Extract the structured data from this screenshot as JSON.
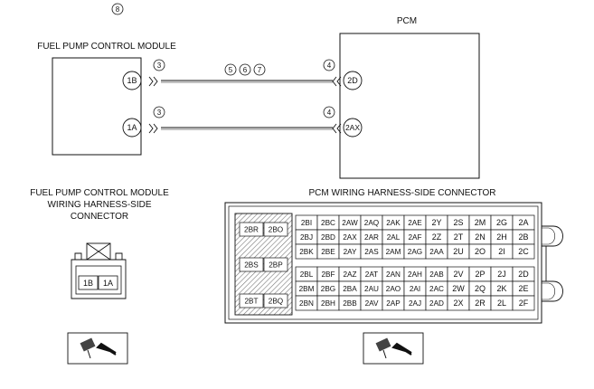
{
  "fpcm": {
    "ref_number": "8",
    "title": "FUEL PUMP CONTROL MODULE",
    "pins": [
      "1B",
      "1A"
    ]
  },
  "pcm": {
    "title": "PCM",
    "pins": [
      "2D",
      "2AX"
    ]
  },
  "wires": {
    "fpcm_side_ref": "3",
    "pcm_side_ref": "4",
    "mid_refs": [
      "5",
      "6",
      "7"
    ]
  },
  "fpcm_connector": {
    "title_lines": [
      "FUEL PUMP CONTROL MODULE",
      "WIRING HARNESS-SIDE",
      "CONNECTOR"
    ],
    "pins": [
      "1B",
      "1A"
    ],
    "view_icon": "connector-view-arrow-icon"
  },
  "pcm_connector": {
    "title": "PCM WIRING HARNESS-SIDE CONNECTOR",
    "left_block": [
      "2BR",
      "2BO",
      "2BS",
      "2BP",
      "2BT",
      "2BQ"
    ],
    "top_rows": [
      [
        "2BI",
        "2BC",
        "2AW",
        "2AQ",
        "2AK",
        "2AE",
        "2Y",
        "2S",
        "2M",
        "2G",
        "2A"
      ],
      [
        "2BJ",
        "2BD",
        "2AX",
        "2AR",
        "2AL",
        "2AF",
        "2Z",
        "2T",
        "2N",
        "2H",
        "2B"
      ],
      [
        "2BK",
        "2BE",
        "2AY",
        "2AS",
        "2AM",
        "2AG",
        "2AA",
        "2U",
        "2O",
        "2I",
        "2C"
      ]
    ],
    "bottom_rows": [
      [
        "2BL",
        "2BF",
        "2AZ",
        "2AT",
        "2AN",
        "2AH",
        "2AB",
        "2V",
        "2P",
        "2J",
        "2D"
      ],
      [
        "2BM",
        "2BG",
        "2BA",
        "2AU",
        "2AO",
        "2AI",
        "2AC",
        "2W",
        "2Q",
        "2K",
        "2E"
      ],
      [
        "2BN",
        "2BH",
        "2BB",
        "2AV",
        "2AP",
        "2AJ",
        "2AD",
        "2X",
        "2R",
        "2L",
        "2F"
      ]
    ],
    "view_icon": "connector-view-arrow-icon"
  }
}
